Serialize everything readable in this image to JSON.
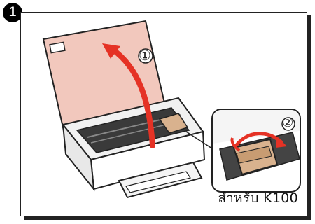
{
  "step_number": "1",
  "callouts": {
    "lift_cover": "①",
    "press_tab": "②"
  },
  "caption": "สำหรับ K100",
  "colors": {
    "cover_pink": "#f2c8bd",
    "arrow_red": "#e53225",
    "cartridge_tan": "#d9b28e",
    "outline": "#222222"
  },
  "icons": [
    "curved-arrow-icon",
    "rotate-arrow-icon"
  ]
}
